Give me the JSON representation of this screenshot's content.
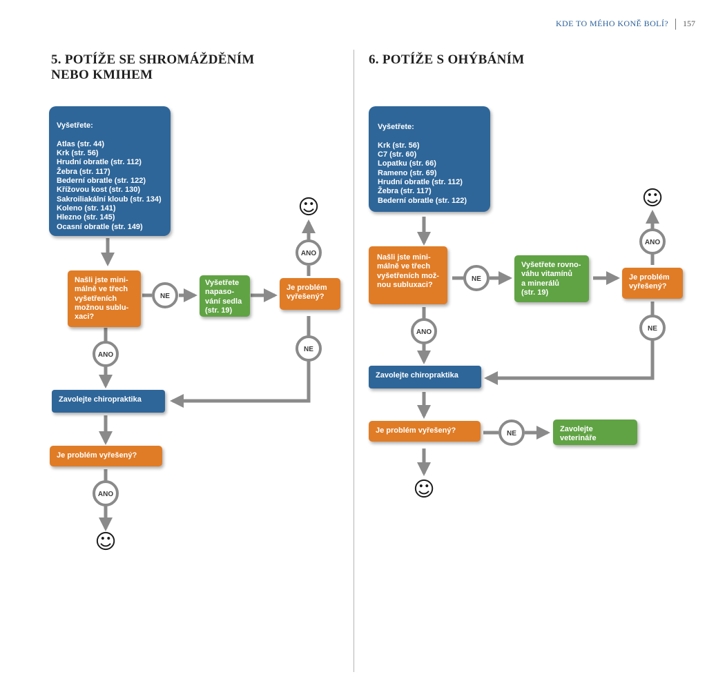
{
  "header": {
    "title": "KDE TO MÉHO KONĚ BOLÍ?",
    "page_number": "157"
  },
  "left": {
    "title": "5. POTÍŽE SE SHROMÁŽDĚNÍM\nNEBO KMIHEM",
    "examine_title": "Vyšetřete:",
    "examine_items": [
      "Atlas (str. 44)",
      "Krk (str. 56)",
      "Hrudní obratle (str. 112)",
      "Žebra (str. 117)",
      "Bederní obratle (str. 122)",
      "Křížovou kost (str. 130)",
      "Sakroiliakální kloub (str. 134)",
      "Koleno (str. 141)",
      "Hlezno (str. 145)",
      "Ocasní obratle (str. 149)"
    ],
    "found_question": "Našli jste mini-\nmálně ve třech\nvyšetřeních\nmožnou sublu-\nxaci?",
    "check_saddle": "Vyšetřete\nnapaso-\nvání sedla\n(str. 19)",
    "solved_question_1": "Je problém\nvyřešený?",
    "call_chiro": "Zavolejte chiropraktika",
    "solved_question_2": "Je problém vyřešený?"
  },
  "right": {
    "title": "6. POTÍŽE S OHÝBÁNÍM",
    "examine_title": "Vyšetřete:",
    "examine_items": [
      "Krk (str. 56)",
      "C7 (str. 60)",
      "Lopatku (str. 66)",
      "Rameno (str. 69)",
      "Hrudní obratle (str. 112)",
      "Žebra (str. 117)",
      "Bederní obratle (str. 122)"
    ],
    "found_question": "Našli jste mini-\nmálně ve třech\nvyšetřeních mož-\nnou subluxaci?",
    "check_vitamins": "Vyšetřete rovno-\nváhu vitamínů\na minerálů\n(str. 19)",
    "solved_question_1": "Je problém\nvyřešený?",
    "call_chiro": "Zavolejte chiropraktika",
    "solved_question_2": "Je problém vyřešený?",
    "call_vet": "Zavolejte veterináře"
  },
  "labels": {
    "yes": "ANO",
    "no": "NE"
  },
  "icons": {
    "smiley": "smiley-icon",
    "arrow": "arrow-icon"
  },
  "colors": {
    "blue": "#2e6699",
    "orange": "#e07c26",
    "green": "#60a344",
    "connector": "#8a8a8a"
  }
}
